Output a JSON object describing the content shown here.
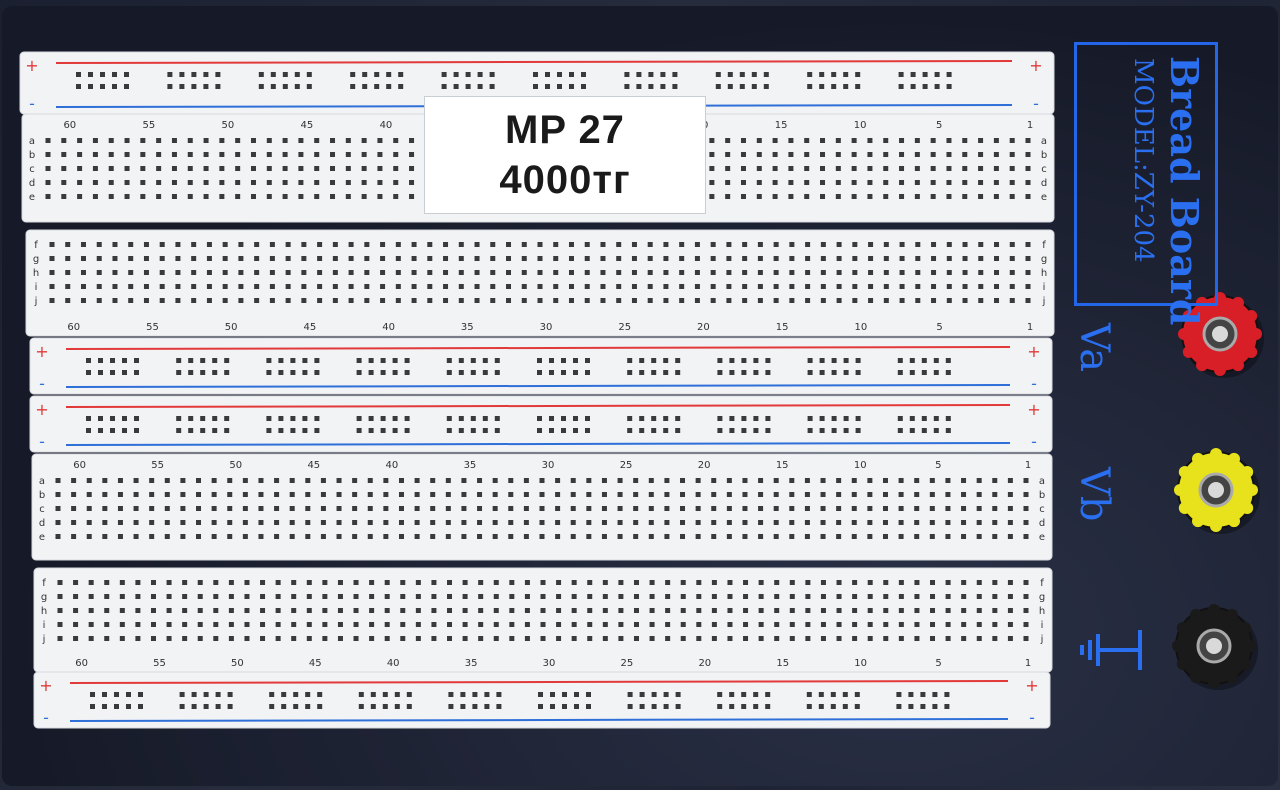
{
  "board": {
    "brand": "Bread Board",
    "model": "MODEL:ZY-204",
    "terminals": [
      {
        "label": "Va",
        "color": "#d81e26"
      },
      {
        "label": "Vb",
        "color": "#e8e21c"
      },
      {
        "label": "",
        "color": "#1a1a1a"
      }
    ],
    "ground_symbol": "ground-icon",
    "rail_plus": "+",
    "rail_minus": "-",
    "row_letters_top": [
      "a",
      "b",
      "c",
      "d",
      "e"
    ],
    "row_letters_bottom": [
      "f",
      "g",
      "h",
      "i",
      "j"
    ],
    "column_numbers": [
      "60",
      "55",
      "50",
      "45",
      "40",
      "35",
      "30",
      "25",
      "20",
      "15",
      "10",
      "5",
      "1"
    ]
  },
  "price_tag": {
    "line1": "MP 27",
    "line2": "4000тг"
  },
  "colors": {
    "base": "#1a1e2c",
    "breadboard": "#f2f3f5",
    "hole": "#3a3a3a",
    "rail_red": "#e23a3a",
    "rail_blue": "#2f6fd8",
    "accent_blue": "#2a6ff0"
  }
}
